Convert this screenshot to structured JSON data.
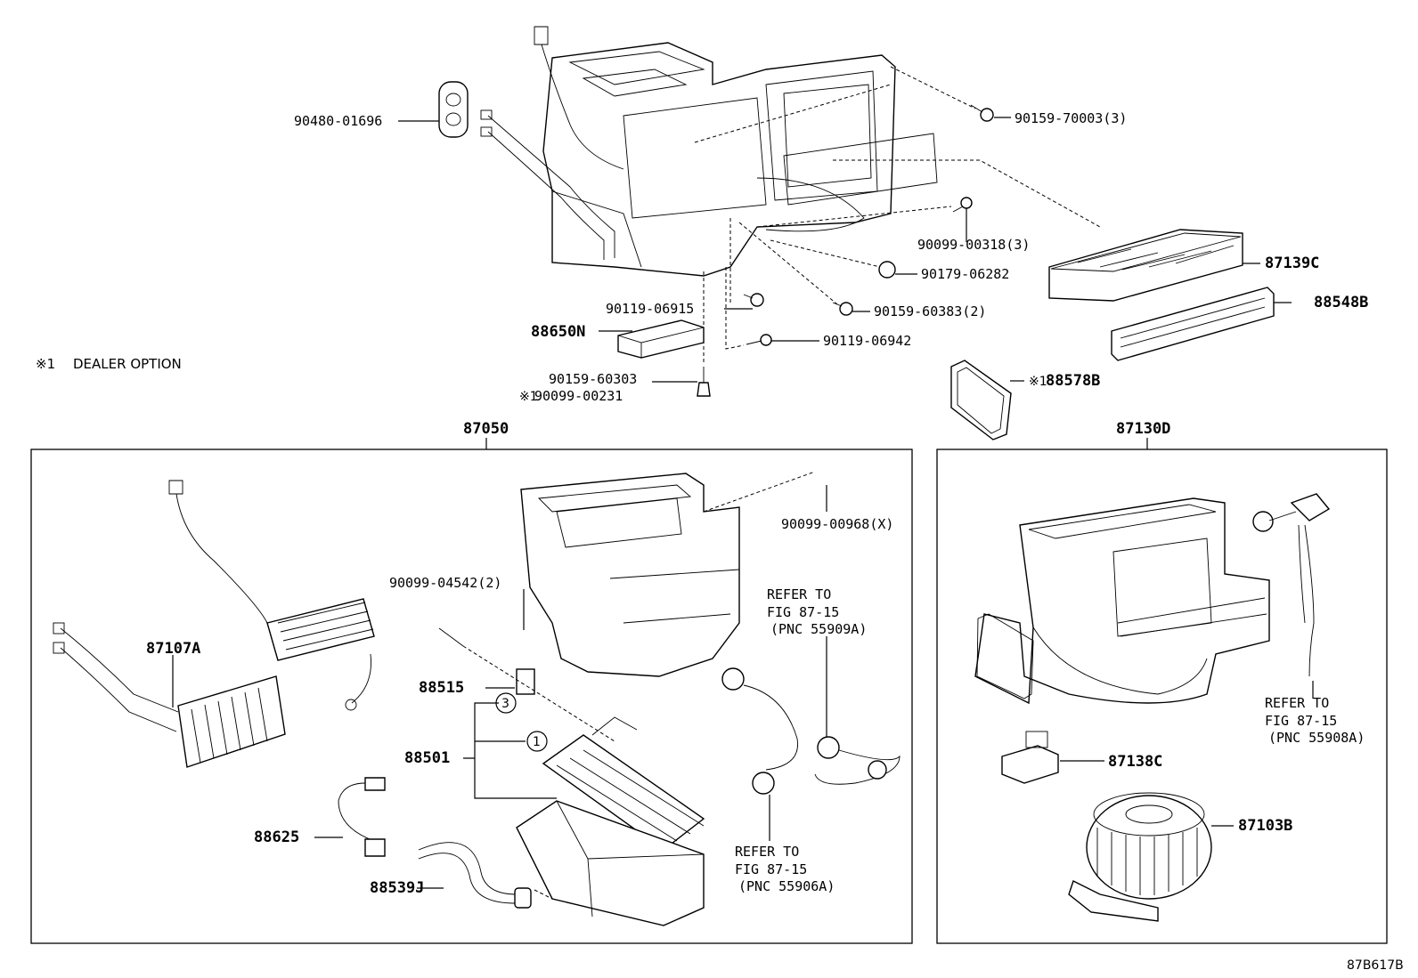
{
  "diagram_code": "87B617B",
  "note": {
    "symbol": "※1",
    "text": "DEALER OPTION"
  },
  "groups": {
    "main_unit": "87050",
    "blower_unit": "87130D"
  },
  "top_labels": {
    "p90480": "90480-01696",
    "p90159_70003": "90159-70003(3)",
    "p90099_00318": "90099-00318(3)",
    "p90179": "90179-06282",
    "p87139c": "87139C",
    "p88548b": "88548B",
    "p90119_06915": "90119-06915",
    "p90159_60383": "90159-60383(2)",
    "p88650n": "88650N",
    "p90119_06942": "90119-06942",
    "p90159_60303": "90159-60303",
    "p90099_00231_mark": "※1",
    "p90099_00231": "90099-00231",
    "p88578b_mark": "※1",
    "p88578b": "88578B"
  },
  "main_labels": {
    "p87107a": "87107A",
    "p90099_00968": "90099-00968(X)",
    "p90099_04542": "90099-04542(2)",
    "p88515": "88515",
    "circle3": "3",
    "circle1": "1",
    "p88501": "88501",
    "p88625": "88625",
    "p88539j": "88539J",
    "ref1_a": "REFER TO",
    "ref1_b": "FIG 87-15",
    "ref1_c": "(PNC 55909A)",
    "ref2_a": "REFER TO",
    "ref2_b": "FIG 87-15",
    "ref2_c": "(PNC 55906A)"
  },
  "blower_labels": {
    "ref_a": "REFER TO",
    "ref_b": "FIG 87-15",
    "ref_c": "(PNC 55908A)",
    "p87138c": "87138C",
    "p87103b": "87103B"
  }
}
